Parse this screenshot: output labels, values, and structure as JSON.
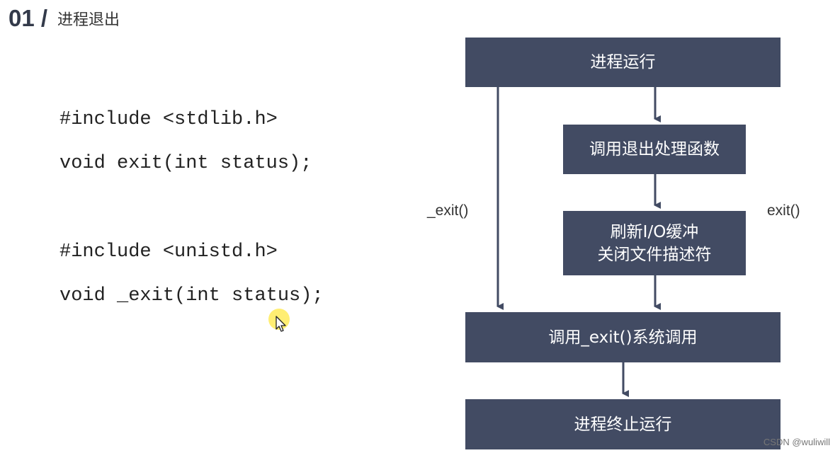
{
  "header": {
    "number": "01 /",
    "title": "进程退出"
  },
  "code": [
    "#include <stdlib.h>",
    "void exit(int status);",
    "#include <unistd.h>",
    "void _exit(int status);"
  ],
  "flow": {
    "box1": "进程运行",
    "box2": "调用退出处理函数",
    "box3_line1": "刷新I/O缓冲",
    "box3_line2": "关闭文件描述符",
    "box4": "调用_exit()系统调用",
    "box5": "进程终止运行",
    "label_left": "_exit()",
    "label_right": "exit()",
    "box_color": "#424b63"
  },
  "watermark": "CSDN @wuliwill"
}
